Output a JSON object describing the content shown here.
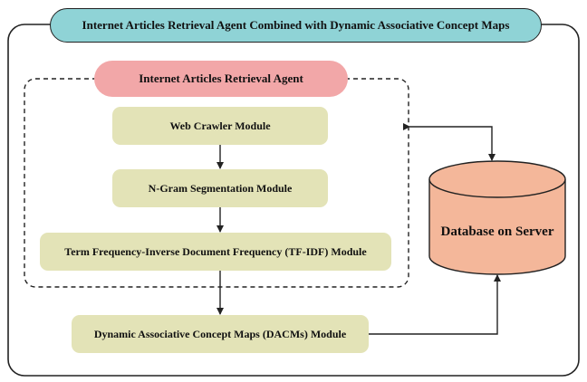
{
  "diagram": {
    "title": "Internet Articles Retrieval Agent Combined with Dynamic Associative Concept Maps",
    "agent_label": "Internet Articles Retrieval Agent",
    "modules": {
      "web_crawler": "Web Crawler Module",
      "ngram": "N-Gram Segmentation Module",
      "tfidf": "Term Frequency-Inverse Document Frequency (TF-IDF) Module",
      "dacms": "Dynamic Associative Concept Maps (DACMs) Module"
    },
    "database": "Database on Server",
    "colors": {
      "title_fill": "#8fd3d6",
      "agent_fill": "#f2a7a8",
      "module_fill": "#e3e3b7",
      "database_fill": "#f4b79a"
    }
  }
}
